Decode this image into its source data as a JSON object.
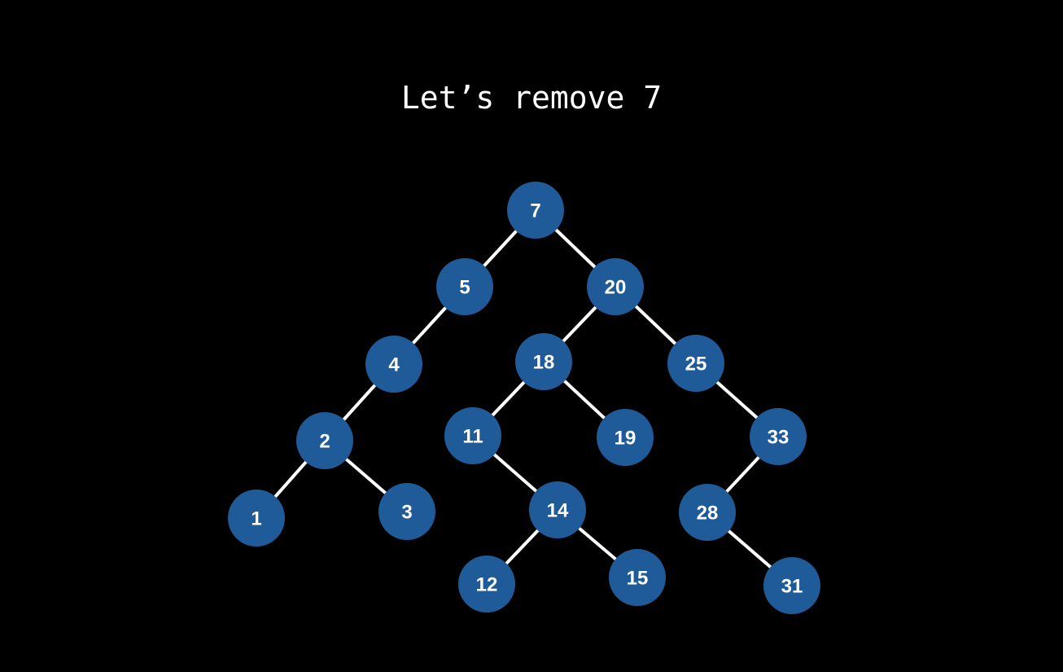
{
  "title": "Let’s remove 7",
  "colors": {
    "background": "#000000",
    "node_fill": "#1f5a99",
    "node_text": "#ffffff",
    "edge": "#ffffff",
    "title": "#ffffff"
  },
  "tree": {
    "nodes": [
      {
        "id": "n7",
        "label": "7"
      },
      {
        "id": "n5",
        "label": "5"
      },
      {
        "id": "n20",
        "label": "20"
      },
      {
        "id": "n4",
        "label": "4"
      },
      {
        "id": "n18",
        "label": "18"
      },
      {
        "id": "n25",
        "label": "25"
      },
      {
        "id": "n2",
        "label": "2"
      },
      {
        "id": "n11",
        "label": "11"
      },
      {
        "id": "n19",
        "label": "19"
      },
      {
        "id": "n33",
        "label": "33"
      },
      {
        "id": "n1",
        "label": "1"
      },
      {
        "id": "n3",
        "label": "3"
      },
      {
        "id": "n14",
        "label": "14"
      },
      {
        "id": "n28",
        "label": "28"
      },
      {
        "id": "n12",
        "label": "12"
      },
      {
        "id": "n15",
        "label": "15"
      },
      {
        "id": "n31",
        "label": "31"
      }
    ],
    "edges": [
      {
        "from": "n7",
        "to": "n5"
      },
      {
        "from": "n7",
        "to": "n20"
      },
      {
        "from": "n5",
        "to": "n4"
      },
      {
        "from": "n4",
        "to": "n2"
      },
      {
        "from": "n2",
        "to": "n1"
      },
      {
        "from": "n2",
        "to": "n3"
      },
      {
        "from": "n20",
        "to": "n18"
      },
      {
        "from": "n20",
        "to": "n25"
      },
      {
        "from": "n18",
        "to": "n11"
      },
      {
        "from": "n18",
        "to": "n19"
      },
      {
        "from": "n11",
        "to": "n14"
      },
      {
        "from": "n14",
        "to": "n12"
      },
      {
        "from": "n14",
        "to": "n15"
      },
      {
        "from": "n25",
        "to": "n33"
      },
      {
        "from": "n33",
        "to": "n28"
      },
      {
        "from": "n28",
        "to": "n31"
      }
    ]
  }
}
